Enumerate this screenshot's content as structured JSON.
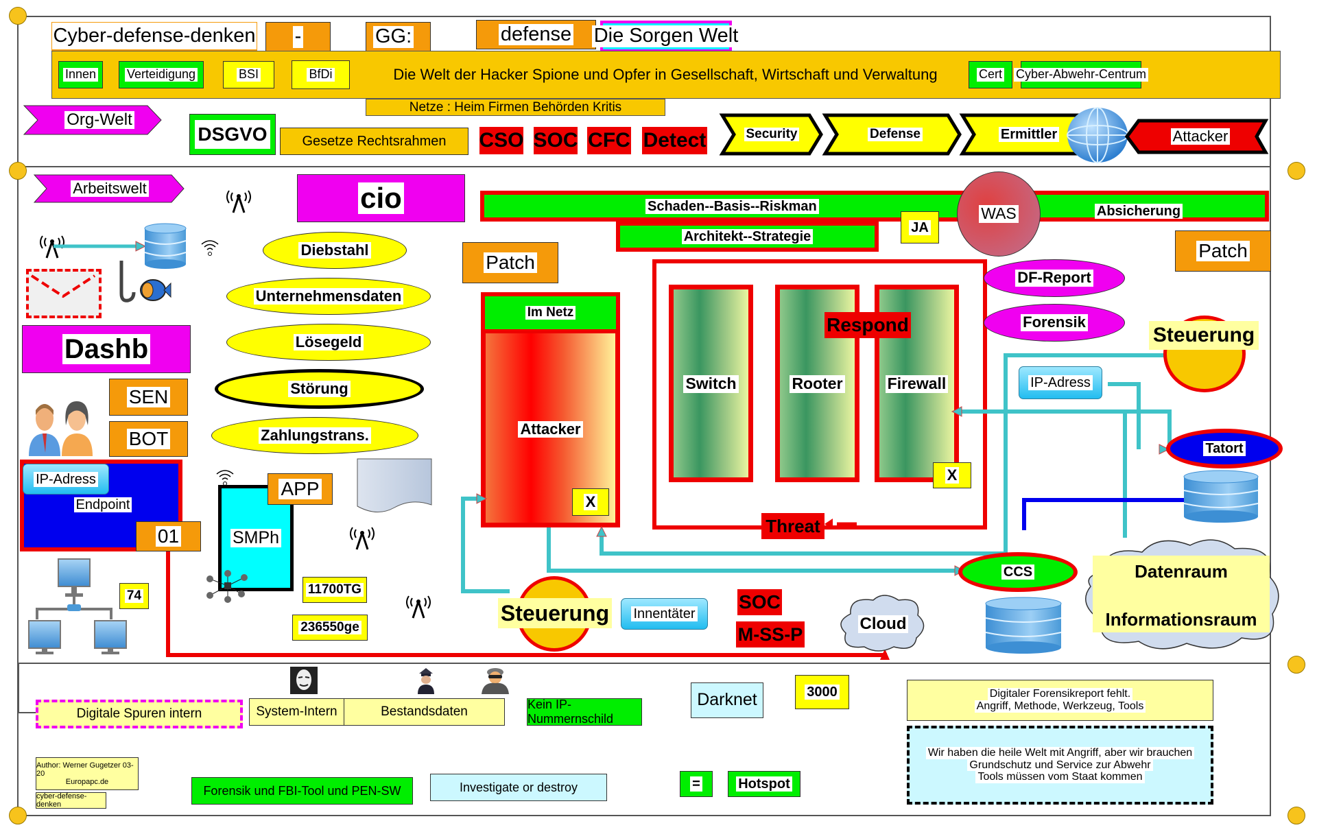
{
  "header": {
    "title": "Cyber-defense-denken",
    "dash": "-",
    "gg": "GG:",
    "defense": "defense",
    "sorgen_welt": "Die Sorgen Welt"
  },
  "banner": {
    "items_left": [
      "Innen",
      "Verteidigung",
      "BSI",
      "BfDi"
    ],
    "main_text": "Die Welt der Hacker Spione und Opfer in Gesellschaft, Wirtschaft und Verwaltung",
    "items_right": [
      "Cert",
      "Cyber-Abwehr-Centrum"
    ],
    "netze": "Netze : Heim Firmen Behörden Kritis"
  },
  "org_row": {
    "org_welt": "Org-Welt",
    "dsgvo": "DSGVO",
    "gesetze": "Gesetze Rechtsrahmen",
    "red_tags": [
      "CSO",
      "SOC",
      "CFC",
      "Detect"
    ],
    "chevrons": [
      "Security",
      "Defense",
      "Ermittler"
    ],
    "globe_icon": "globe-icon",
    "attacker": "Attacker"
  },
  "work": {
    "arbeitswelt": "Arbeitswelt",
    "cio": "cio",
    "dashb": "Dashb",
    "sen": "SEN",
    "bot": "BOT",
    "endpoint": {
      "ip": "IP-Adress",
      "label": "Endpoint",
      "num": "01"
    },
    "network_count": "74",
    "threats": [
      "Diebstahl",
      "Unternehmensdaten",
      "Lösegeld",
      "Störung",
      "Zahlungstrans."
    ],
    "smartphone": {
      "label": "SMPh",
      "app": "APP"
    },
    "tg": "11700TG",
    "ge": "236550ge"
  },
  "center": {
    "riskman": "Schaden--Basis--Riskman",
    "architekt": "Architekt--Strategie",
    "ja": "JA",
    "was": "WAS",
    "absicherung": "Absicherung",
    "patch_left": "Patch",
    "patch_right": "Patch",
    "im_netz": "Im Netz",
    "attacker": "Attacker",
    "x_mark": "X",
    "devices": [
      "Switch",
      "Rooter",
      "Firewall"
    ],
    "respond": "Respond",
    "threat": "Threat",
    "steuerung_left": "Steuerung",
    "innentater": "Innentäter",
    "soc": "SOC",
    "mssp": "M-SS-P",
    "cloud": "Cloud",
    "ccs": "CCS"
  },
  "right": {
    "df_report": "DF-Report",
    "forensik": "Forensik",
    "steuerung": "Steuerung",
    "ip_adress": "IP-Adress",
    "tatort": "Tatort",
    "datenraum": "Datenraum",
    "informationsraum": "Informationsraum"
  },
  "bottom": {
    "digitale_spuren": "Digitale Spuren intern",
    "system_intern": "System-Intern",
    "bestandsdaten": "Bestandsdaten",
    "kein_ip": "Kein IP-Nummernschild",
    "darknet": "Darknet",
    "count_3000": "3000",
    "forensik_report_missing": [
      "Digitaler Forensikreport fehlt.",
      "Angriff, Methode, Werkzeug, Tools"
    ],
    "heile_welt": [
      "Wir haben die heile Welt mit Angriff, aber wir brauchen",
      "Grundschutz und Service zur Abwehr",
      "Tools müssen vom Staat kommen"
    ],
    "author": [
      "Author: Werner Gugetzer  03-20",
      "Europapc.de"
    ],
    "footer_tag": "cyber-defense-denken",
    "forensik_tools": "Forensik und FBI-Tool und PEN-SW",
    "investigate": "Investigate or destroy",
    "equals": "=",
    "hotspot": "Hotspot"
  },
  "colors": {
    "orange": "#f59a0a",
    "gold": "#f8c800",
    "green": "#00ee00",
    "red": "#ee0000",
    "magenta": "#f000f0",
    "yellow": "#ffff00",
    "cyan": "#00ffff",
    "blue": "#0000ee",
    "teal_connector": "#3fc3c8"
  }
}
